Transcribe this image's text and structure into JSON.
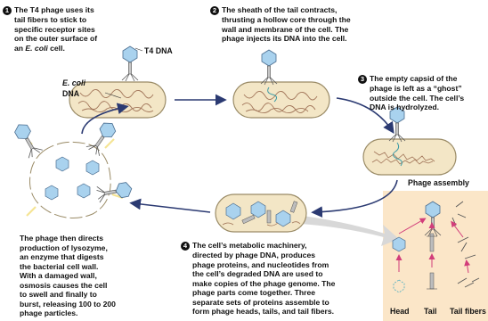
{
  "steps": {
    "s1": {
      "num": "1",
      "l1": "The T4 phage uses its",
      "l2": "tail fibers to stick to",
      "l3": "specific receptor sites",
      "l4": "on the outer surface of",
      "l5a": "an ",
      "l5b": "E. coli",
      "l5c": " cell."
    },
    "s2": {
      "num": "2",
      "l1": "The sheath of the tail contracts,",
      "l2": "thrusting a hollow core through the",
      "l3": "wall and membrane of the cell. The",
      "l4": "phage injects its DNA into the cell."
    },
    "s3": {
      "num": "3",
      "l1": "The empty capsid of the",
      "l2": "phage is left as a “ghost”",
      "l3": "outside the cell. The cell’s",
      "l4": "DNA is hydrolyzed."
    },
    "s4": {
      "num": "4",
      "l1": "The cell’s metabolic machinery,",
      "l2": "directed by phage DNA, produces",
      "l3": "phage proteins, and nucleotides from",
      "l4": "the cell’s degraded DNA are used to",
      "l5": "make copies of the phage genome. The",
      "l6": "phage parts come together. Three",
      "l7": "separate sets of proteins assemble to",
      "l8": "form phage heads, tails, and tail fibers."
    },
    "s5": {
      "l1": "The phage then directs",
      "l2": "production of lysozyme,",
      "l3": "an enzyme that digests",
      "l4": "the bacterial cell wall.",
      "l5": "With a damaged wall,",
      "l6": "osmosis causes the cell",
      "l7": "to swell and finally to",
      "l8": "burst, releasing 100 to 200",
      "l9": "phage particles."
    }
  },
  "labels": {
    "t4_dna": "T4 DNA",
    "ecoli_1": "E. coli",
    "ecoli_2": "DNA",
    "assembly_title": "Phage assembly",
    "head": "Head",
    "tail": "Tail",
    "tail_fibers": "Tail fibers"
  },
  "colors": {
    "cell_fill": "#f3e6c6",
    "cell_stroke": "#9a8b66",
    "dna": "#a2765a",
    "phage_head": "#a9d2ee",
    "arrow": "#2b3a72",
    "assembly_bg": "#fbe6c8",
    "pink_arrow": "#d23d7a"
  }
}
